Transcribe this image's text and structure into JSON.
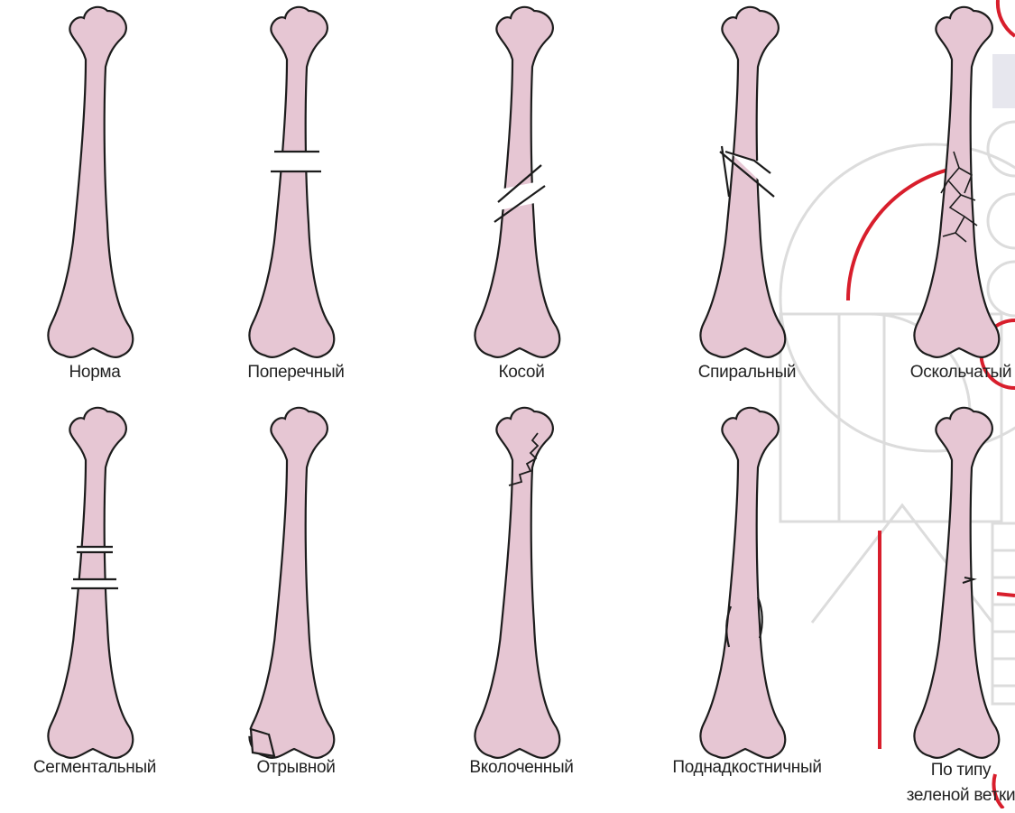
{
  "colors": {
    "bone_fill": "#e6c6d3",
    "bone_stroke": "#1c1c1c",
    "accent": "#d81e2c",
    "watermark": "#d9d9d9"
  },
  "fractures": [
    {
      "label": "Норма",
      "type": "normal"
    },
    {
      "label": "Поперечный",
      "type": "transverse"
    },
    {
      "label": "Косой",
      "type": "oblique"
    },
    {
      "label": "Спиральный",
      "type": "spiral"
    },
    {
      "label": "Оскольчатый",
      "type": "comminuted"
    },
    {
      "label": "Сегментальный",
      "type": "segmental"
    },
    {
      "label": "Отрывной",
      "type": "avulsion"
    },
    {
      "label": "Вколоченный",
      "type": "impacted"
    },
    {
      "label": "Поднадкостничный",
      "type": "subperiosteal"
    },
    {
      "label": "По типу зеленой ветки",
      "label_line1": "По типу",
      "label_line2": "зеленой ветки",
      "type": "greenstick"
    }
  ]
}
